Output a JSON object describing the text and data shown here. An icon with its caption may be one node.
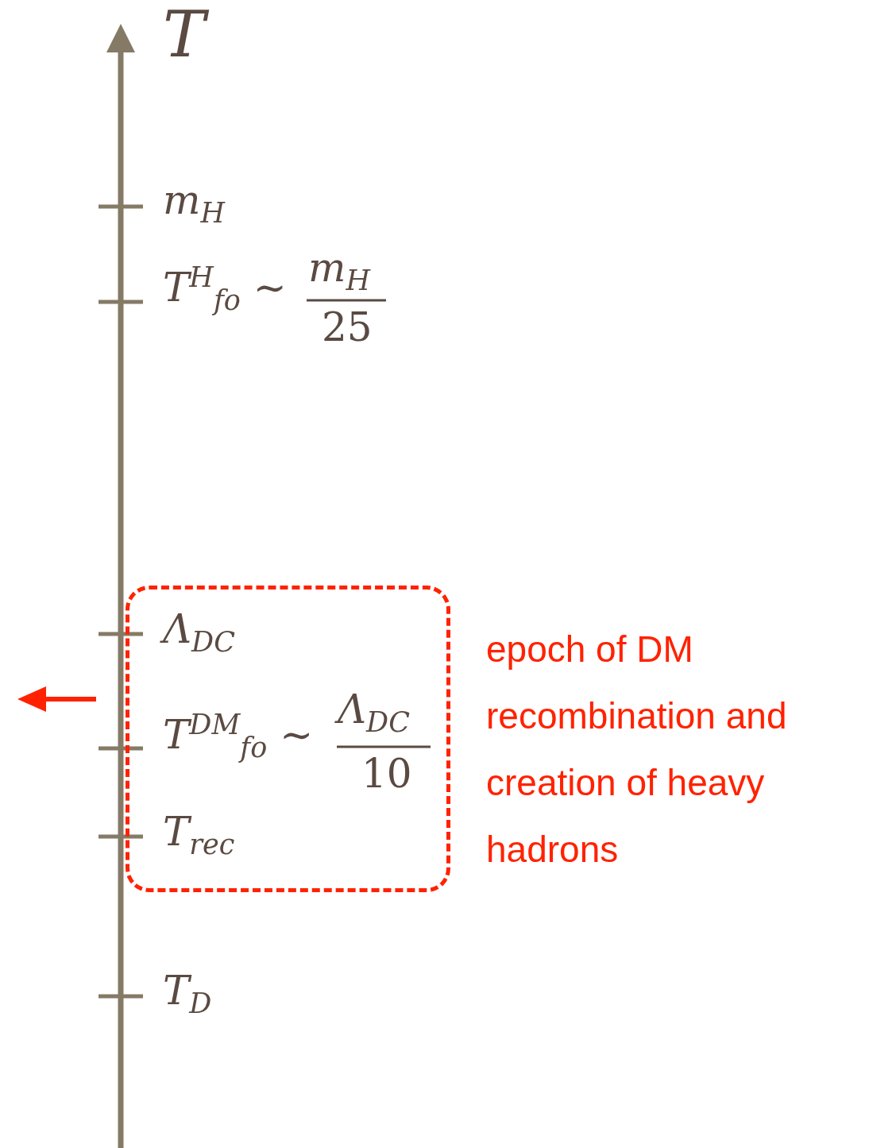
{
  "diagram": {
    "nodes": [
      {
        "text": [],
        "shape": "box",
        "beside": [
          "epoch of DM recombination and creation of heavy hadrons"
        ]
      }
    ],
    "labels": [
      "T",
      "m$_{H}$",
      "T$^{H}$$_{fo}$ ∼",
      "m$_{H}$",
      "25",
      "Λ$_{DC}$",
      "T$^{DM}$$_{fo}$ ∼",
      "Λ$_{DC}$",
      "10",
      "T$_{rec}$",
      "T$_{D}$"
    ]
  }
}
